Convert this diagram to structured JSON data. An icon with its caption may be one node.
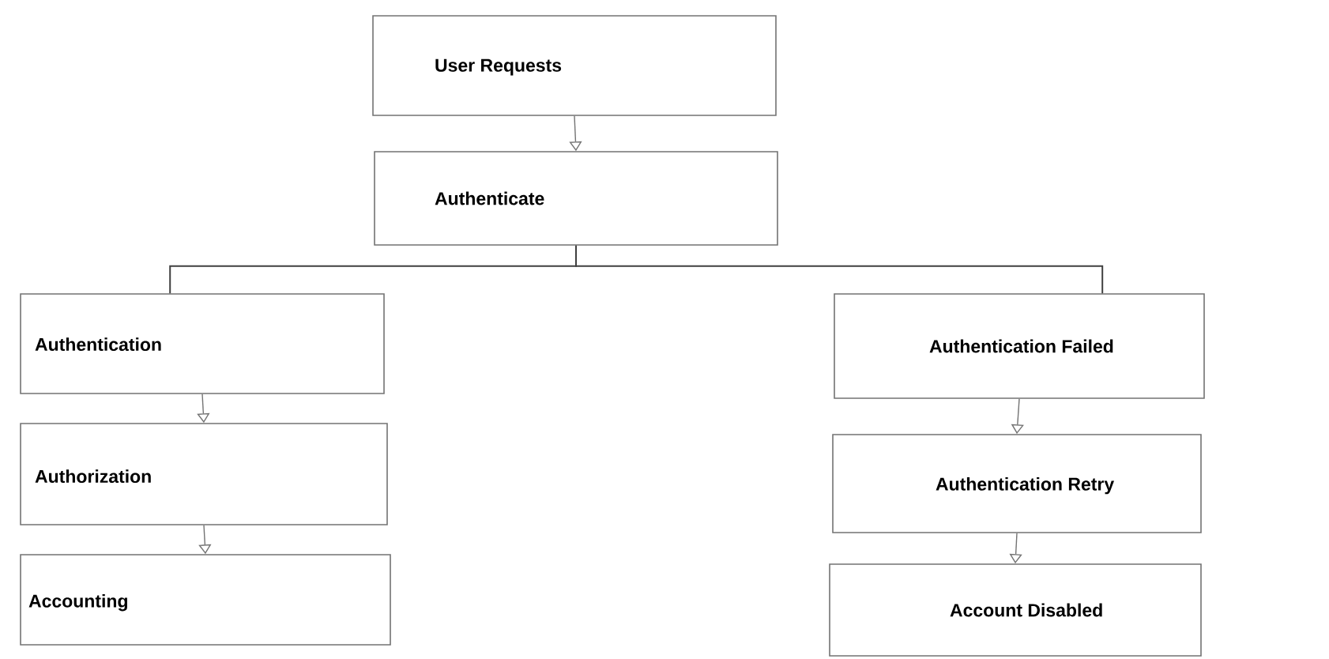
{
  "diagram": {
    "nodes": [
      {
        "text": [
          "User Requests"
        ]
      },
      {
        "text": [
          "Authenticate"
        ]
      },
      {
        "text": [
          "Authentication"
        ]
      },
      {
        "text": [
          "Authorization"
        ]
      },
      {
        "text": [
          "Accounting"
        ]
      },
      {
        "text": [
          "Authentication Failed"
        ]
      },
      {
        "text": [
          "Authentication Retry"
        ]
      },
      {
        "text": [
          "Account Disabled"
        ]
      }
    ],
    "edges": [
      {
        "from": 0,
        "to": 1,
        "arrow": "to"
      },
      {
        "from": 1,
        "to": 2,
        "arrow": "none"
      },
      {
        "from": 1,
        "to": 5,
        "arrow": "none"
      },
      {
        "from": 2,
        "to": 3,
        "arrow": "to"
      },
      {
        "from": 3,
        "to": 4,
        "arrow": "to"
      },
      {
        "from": 5,
        "to": 6,
        "arrow": "to"
      },
      {
        "from": 6,
        "to": 7,
        "arrow": "to"
      }
    ]
  }
}
